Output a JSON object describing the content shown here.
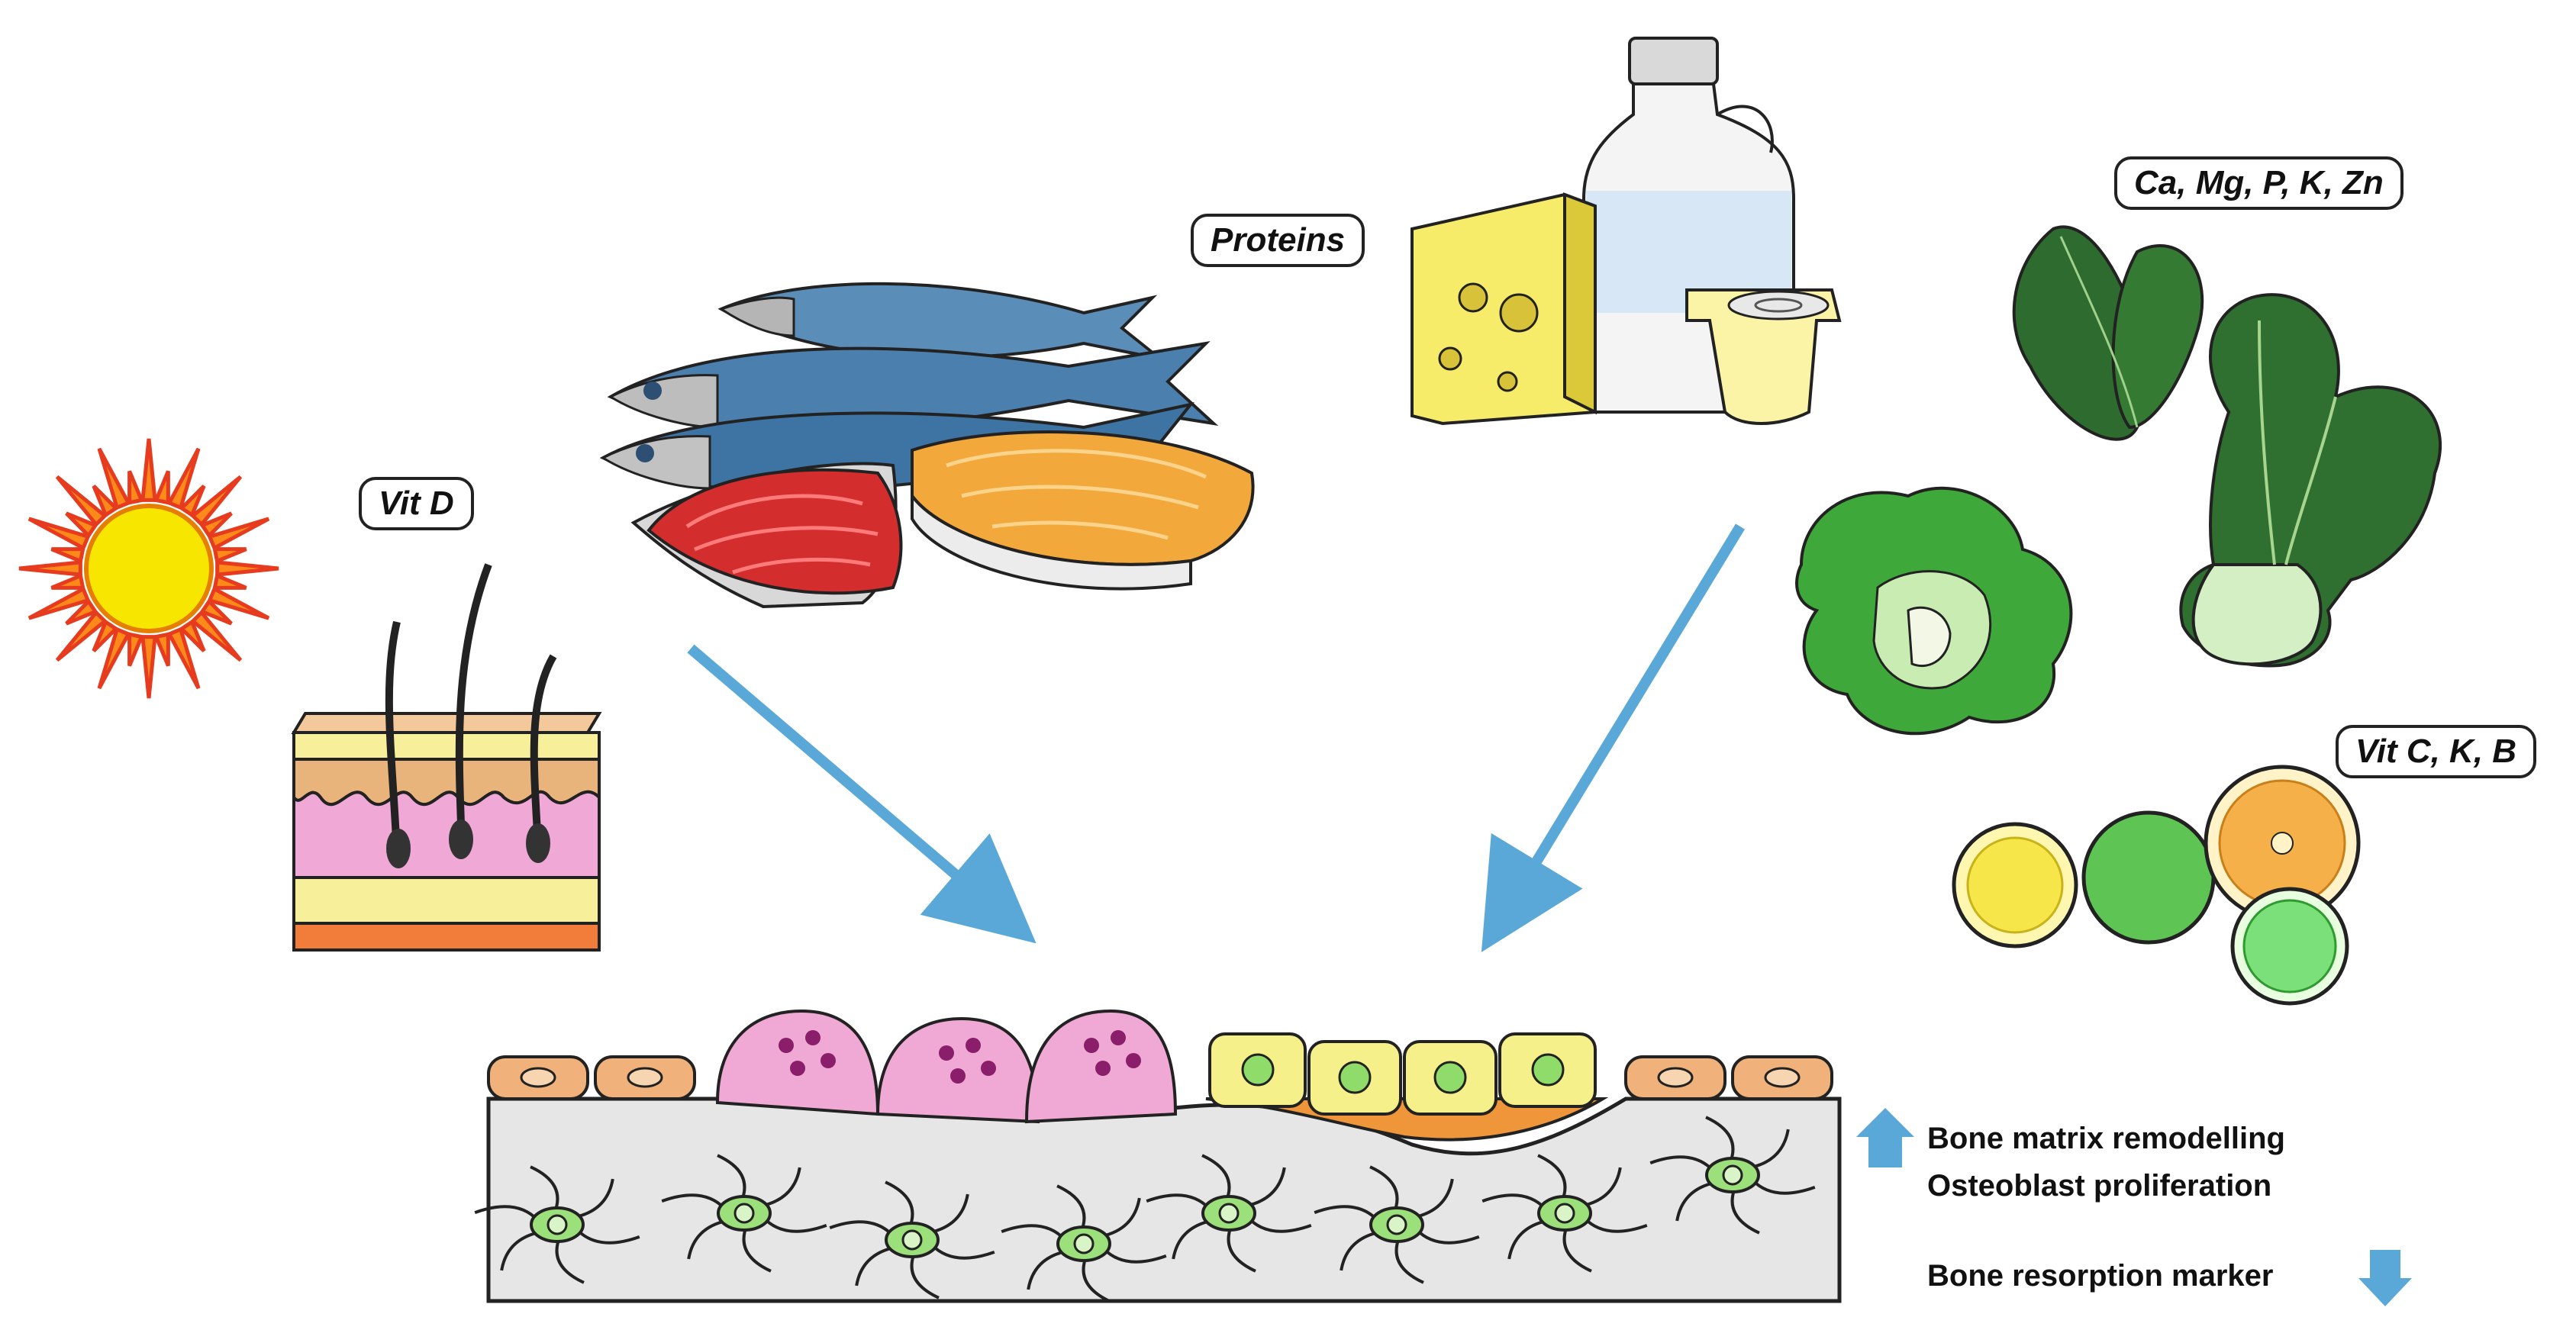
{
  "labels": {
    "vit_d": "Vit D",
    "proteins": "Proteins",
    "minerals": "Ca, Mg, P, K, Zn",
    "vitamins": "Vit C, K, B"
  },
  "legend": {
    "up_line1": "Bone matrix remodelling",
    "up_line2": "Osteoblast proliferation",
    "down_line": "Bone resorption marker"
  },
  "colors": {
    "arrow": "#5aa8d8",
    "sun_rays": "#e63b1f",
    "sun_core": "#f7e600",
    "bone_matrix": "#e6e6e6",
    "osteoclast": "#f0a9d4",
    "osteoblast": "#f5f08a",
    "lining_cell": "#f0b27a",
    "osteocyte": "#9be07a",
    "leafy_green": "#3f8c3a"
  },
  "icons": {
    "sun": "sun-icon",
    "skin": "skin-layers-icon",
    "fish": "fish-icon",
    "dairy": "dairy-products-icon",
    "greens": "leafy-greens-icon",
    "citrus": "citrus-fruits-icon",
    "bone": "bone-tissue-icon"
  }
}
